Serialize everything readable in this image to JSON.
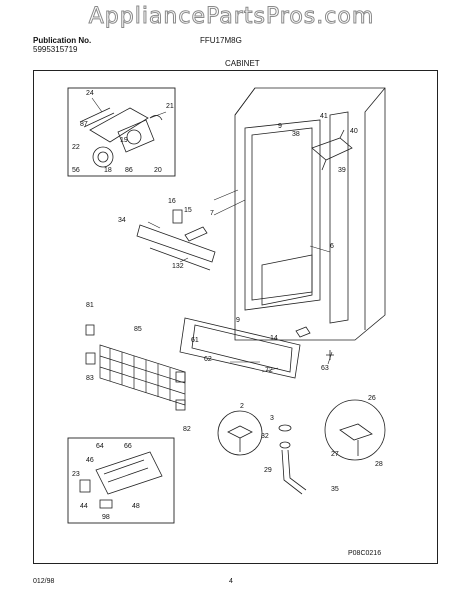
{
  "watermark": "AppliancePartsPros.com",
  "header": {
    "publication_label": "Publication No.",
    "publication_number": "5995315719",
    "model": "FFU17M8G",
    "section": "CABINET"
  },
  "diagram": {
    "code": "P08C0216",
    "callouts": [
      "24",
      "21",
      "87",
      "22",
      "19",
      "56",
      "18",
      "86",
      "20",
      "16",
      "15",
      "34",
      "132",
      "9",
      "38",
      "41",
      "40",
      "39",
      "7",
      "6",
      "81",
      "85",
      "83",
      "61",
      "62",
      "72",
      "14",
      "9",
      "63",
      "82",
      "2",
      "3",
      "32",
      "26",
      "27",
      "28",
      "29",
      "35",
      "64",
      "66",
      "46",
      "23",
      "44",
      "98",
      "48"
    ]
  },
  "footer": {
    "date": "012/98",
    "page": "4"
  }
}
